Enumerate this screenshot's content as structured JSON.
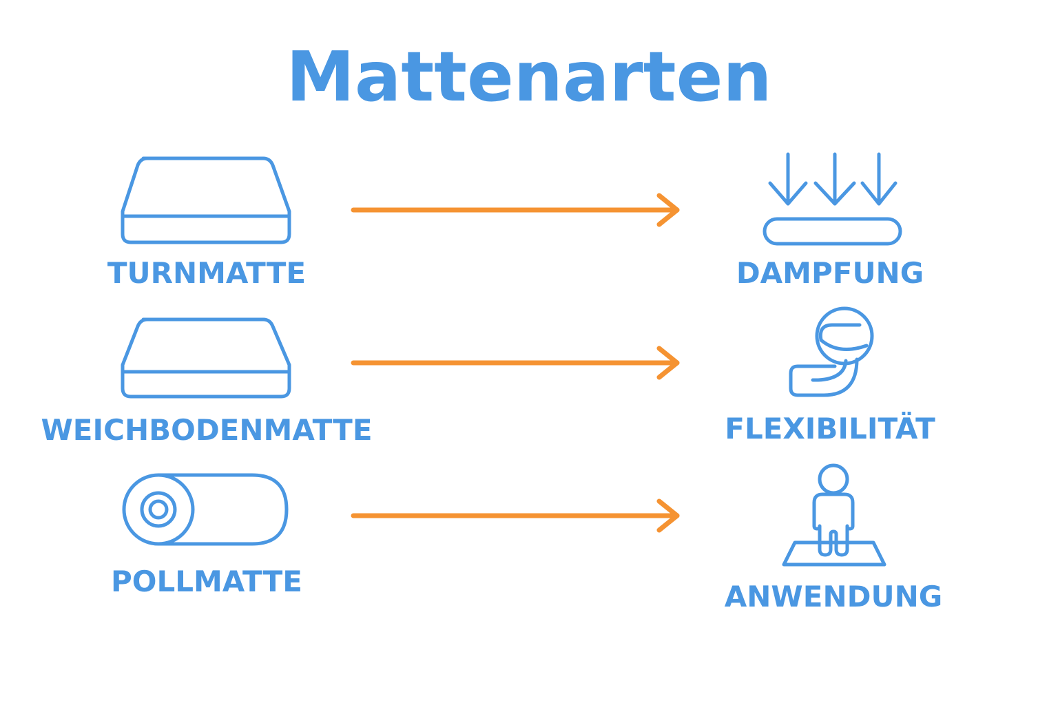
{
  "title": "Mattenarten",
  "colors": {
    "primary": "#4a97e2",
    "arrow": "#f59332",
    "background": "#ffffff"
  },
  "mat_types": [
    {
      "label": "TURNMATTE",
      "icon": "gym-mat-icon"
    },
    {
      "label": "WEICHBODENMATTE",
      "icon": "soft-floor-mat-icon"
    },
    {
      "label": "POLLMATTE",
      "icon": "rolled-mat-icon"
    }
  ],
  "properties": [
    {
      "label": "DAMPFUNG",
      "icon": "damping-icon"
    },
    {
      "label": "FLEXIBILITÄT",
      "icon": "flexibility-icon"
    },
    {
      "label": "ANWENDUNG",
      "icon": "usage-person-icon"
    }
  ]
}
